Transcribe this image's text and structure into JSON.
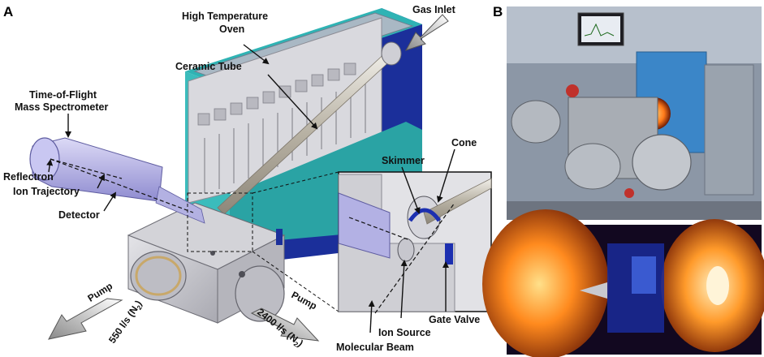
{
  "panels": {
    "a": "A",
    "b": "B"
  },
  "labels": {
    "oven_line1": "High Temperature",
    "oven_line2": "Oven",
    "gas_inlet": "Gas Inlet",
    "ceramic_tube": "Ceramic Tube",
    "tof_line1": "Time-of-Flight",
    "tof_line2": "Mass Spectrometer",
    "reflectron": "Reflectron",
    "ion_trajectory": "Ion Trajectory",
    "detector": "Detector",
    "skimmer": "Skimmer",
    "cone": "Cone",
    "gate_valve": "Gate Valve",
    "ion_source": "Ion Source",
    "molecular_beam": "Molecular Beam",
    "pump_left_word": "Pump",
    "pump_left_rate": "550 l/s (N",
    "pump_left_sub": "2",
    "pump_left_close": ")",
    "pump_right_word": "Pump",
    "pump_right_rate": "2400 l/s (N",
    "pump_right_sub": "2",
    "pump_right_close": ")"
  },
  "colors": {
    "oven_teal": "#2fb3b4",
    "oven_blue": "#1b2f9a",
    "chamber_grey": "#c9c9cf",
    "tof_lavender": "#b9b7e8",
    "photo_bg": "#8c97a6",
    "glow_orange": "#ff7a1a"
  }
}
